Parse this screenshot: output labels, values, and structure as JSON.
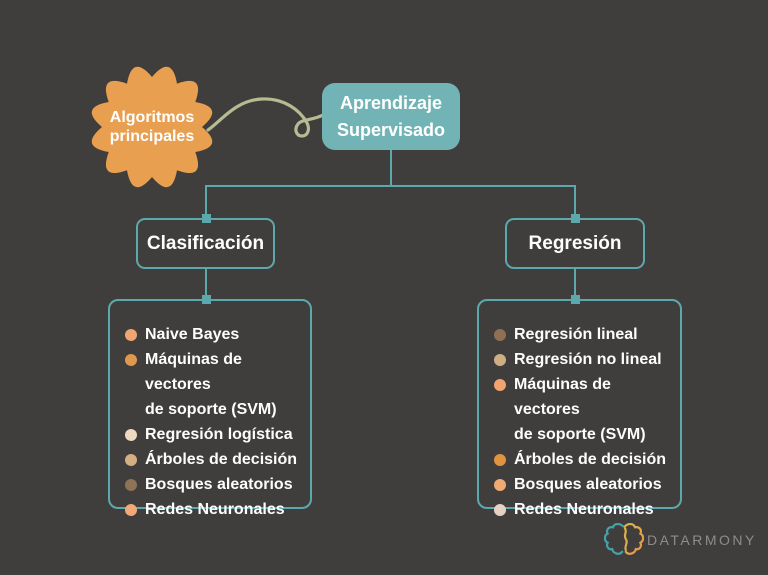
{
  "colors": {
    "background": "#403e3d",
    "accent_teal_line": "#5ca9ad",
    "root_fill": "#72b4b6",
    "badge_orange": "#e8a050",
    "connector_sage": "#b5bc92",
    "text_white": "#ffffff",
    "logo_gray": "#8d8c8b"
  },
  "badge": {
    "label": "Algoritmos\nprincipales"
  },
  "root": {
    "label": "Aprendizaje\nSupervisado"
  },
  "branches": [
    {
      "label": "Clasificación",
      "items": [
        {
          "text": "Naive Bayes",
          "bullet_color": "#efa673"
        },
        {
          "text": "Máquinas de vectores\nde soporte (SVM)",
          "bullet_color": "#e0984f"
        },
        {
          "text": "Regresión logística",
          "bullet_color": "#ecd9c0"
        },
        {
          "text": "Árboles de decisión",
          "bullet_color": "#d4af85"
        },
        {
          "text": "Bosques aleatorios",
          "bullet_color": "#8f7357"
        },
        {
          "text": "Redes Neuronales",
          "bullet_color": "#f2a977"
        }
      ]
    },
    {
      "label": "Regresión",
      "items": [
        {
          "text": "Regresión lineal",
          "bullet_color": "#8f7052"
        },
        {
          "text": "Regresión no lineal",
          "bullet_color": "#cfae84"
        },
        {
          "text": "Máquinas de vectores\nde soporte (SVM)",
          "bullet_color": "#f2a470"
        },
        {
          "text": "Árboles de decisión",
          "bullet_color": "#e2933f"
        },
        {
          "text": "Bosques aleatorios",
          "bullet_color": "#f0ab73"
        },
        {
          "text": "Redes Neuronales",
          "bullet_color": "#e6d2c4"
        }
      ]
    }
  ],
  "logo": {
    "text": "DATARMONY"
  }
}
